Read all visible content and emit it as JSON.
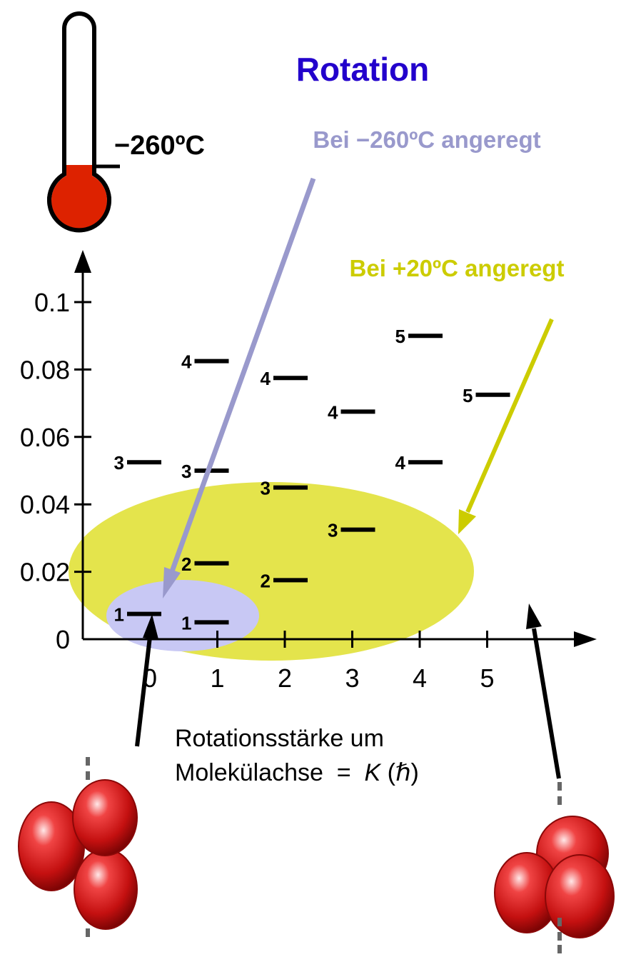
{
  "title": "Rotation",
  "thermometer": {
    "reading": "−260ºC"
  },
  "annotations": {
    "cold": "Bei −260ºC angeregt",
    "warm": "Bei +20ºC angeregt"
  },
  "axis": {
    "xlabel_line1": "Rotationsstärke um",
    "xlabel_line2": "Molekülachse  =  ",
    "xlabel_symbol": "K",
    "xlabel_unit": "(ℏ)",
    "x_ticks": [
      "0",
      "1",
      "2",
      "3",
      "4",
      "5"
    ],
    "y_ticks": [
      "0",
      "0.02",
      "0.04",
      "0.06",
      "0.08",
      "0.1"
    ]
  },
  "colors": {
    "title": "#2200cc",
    "cold": "#9999cc",
    "warm": "#cccc00",
    "cold_fill": "#c8c8f4",
    "warm_fill": "#e4e44c",
    "mercury": "#dd2200",
    "molecule": "#cc1111"
  },
  "chart_data": {
    "type": "scatter",
    "x_ticks": [
      0,
      1,
      2,
      3,
      4,
      5
    ],
    "y_ticks": [
      0,
      0.02,
      0.04,
      0.06,
      0.08,
      0.1
    ],
    "xlim": [
      -1,
      6.5
    ],
    "ylim": [
      0,
      0.11
    ],
    "levels": [
      {
        "x": 0,
        "y": 0.0075,
        "label": "1",
        "side": "left"
      },
      {
        "x": 0,
        "y": 0.0525,
        "label": "3",
        "side": "left"
      },
      {
        "x": 1,
        "y": 0.005,
        "label": "1",
        "side": "left"
      },
      {
        "x": 1,
        "y": 0.0225,
        "label": "2",
        "side": "left"
      },
      {
        "x": 1,
        "y": 0.05,
        "label": "3",
        "side": "left"
      },
      {
        "x": 1,
        "y": 0.0825,
        "label": "4",
        "side": "left"
      },
      {
        "x": 2,
        "y": 0.0175,
        "label": "2",
        "side": "right"
      },
      {
        "x": 2,
        "y": 0.045,
        "label": "3",
        "side": "right"
      },
      {
        "x": 2,
        "y": 0.0775,
        "label": "4",
        "side": "right"
      },
      {
        "x": 3,
        "y": 0.0325,
        "label": "3",
        "side": "right"
      },
      {
        "x": 3,
        "y": 0.0675,
        "label": "4",
        "side": "right"
      },
      {
        "x": 4,
        "y": 0.0525,
        "label": "4",
        "side": "right"
      },
      {
        "x": 4,
        "y": 0.09,
        "label": "5",
        "side": "right"
      },
      {
        "x": 5,
        "y": 0.0725,
        "label": "5",
        "side": "right"
      }
    ]
  }
}
